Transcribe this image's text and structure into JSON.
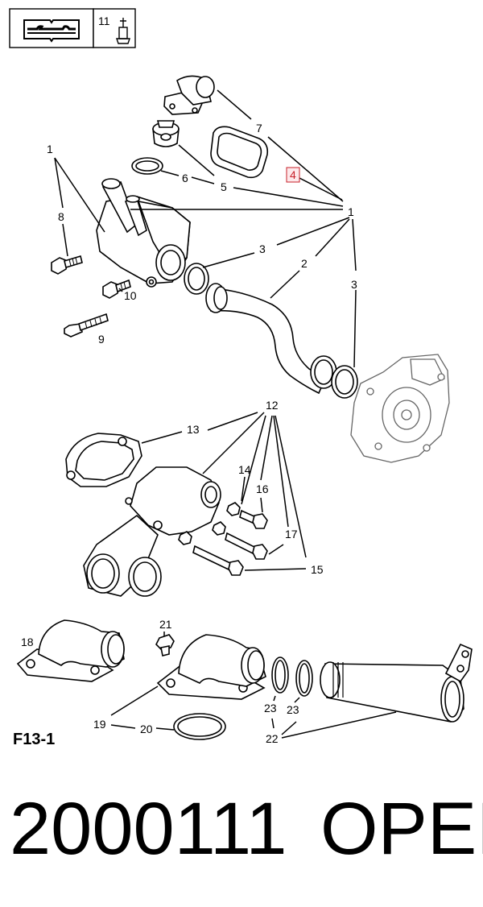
{
  "header": {
    "manual_icon": "book-wrench-icon",
    "ref_number": "11",
    "ref_icon": "thermostat-icon"
  },
  "callouts": {
    "c1a": "1",
    "c1b": "1",
    "c2": "2",
    "c3a": "3",
    "c3b": "3",
    "c4": "4",
    "c5": "5",
    "c6": "6",
    "c7": "7",
    "c8": "8",
    "c9": "9",
    "c10": "10",
    "c12": "12",
    "c13": "13",
    "c14": "14",
    "c15": "15",
    "c16": "16",
    "c17": "17",
    "c18": "18",
    "c19": "19",
    "c20": "20",
    "c21": "21",
    "c22": "22",
    "c23a": "23",
    "c23b": "23"
  },
  "figure_label": "F13-1",
  "footer": {
    "part_number": "2000111",
    "brand": "OPEL"
  },
  "colors": {
    "highlight": "#c8202a",
    "line": "#000000",
    "faded": "#666666"
  }
}
